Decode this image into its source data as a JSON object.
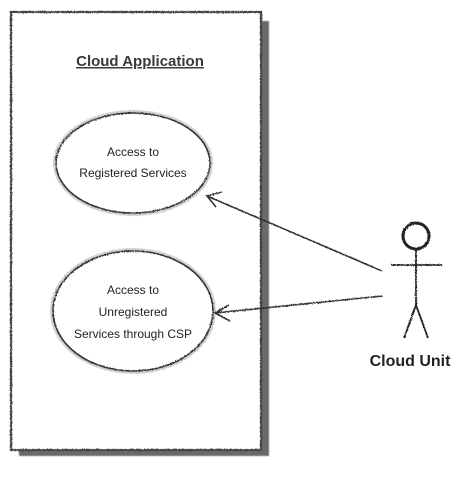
{
  "diagram": {
    "system": {
      "title": "Cloud Application"
    },
    "use_cases": [
      {
        "lines": [
          "Access to",
          "Registered Services"
        ]
      },
      {
        "lines": [
          "Access to",
          "Unregistered",
          "Services through CSP"
        ]
      }
    ],
    "actor": {
      "name": "Cloud Unit"
    }
  }
}
